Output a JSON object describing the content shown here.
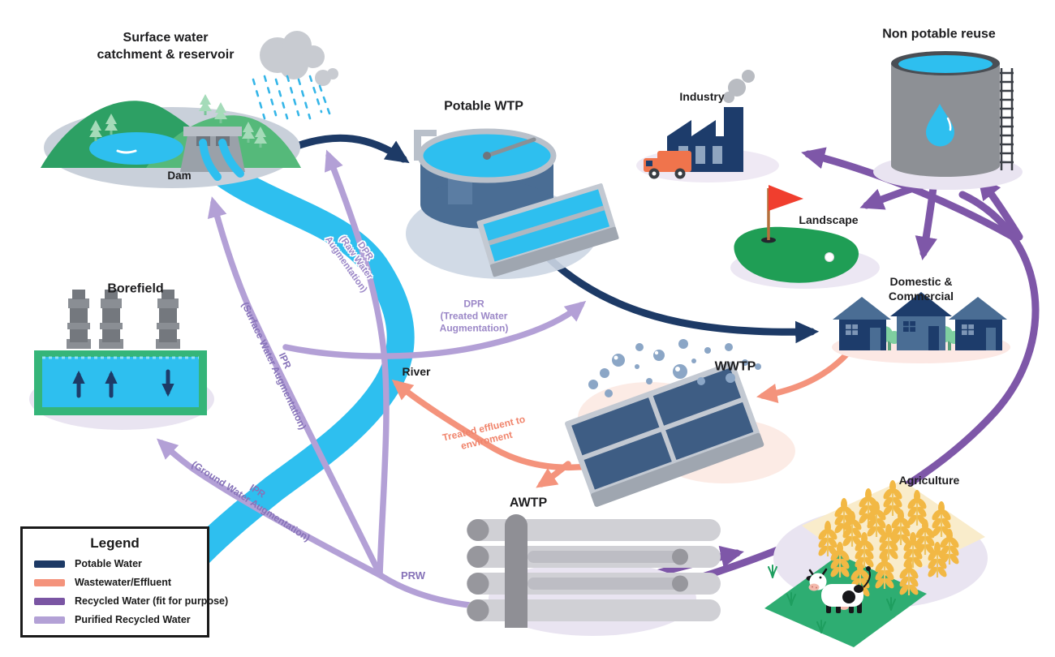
{
  "nodes": {
    "surface_water": {
      "line1": "Surface water",
      "line2": "catchment & reservoir"
    },
    "dam": {
      "label": "Dam"
    },
    "potable_wtp": {
      "label": "Potable WTP"
    },
    "non_potable_reuse": {
      "label": "Non potable reuse"
    },
    "industry": {
      "label": "Industry"
    },
    "landscape": {
      "label": "Landscape"
    },
    "domestic_commercial": {
      "line1": "Domestic &",
      "line2": "Commercial"
    },
    "borefield": {
      "label": "Borefield"
    },
    "river": {
      "label": "River"
    },
    "wwtp": {
      "label": "WWTP"
    },
    "awtp": {
      "label": "AWTP"
    },
    "agriculture": {
      "label": "Agriculture"
    }
  },
  "flows": {
    "dpr_raw": {
      "line1": "DPR",
      "line2": "(Raw Water",
      "line3": "Augmentation)"
    },
    "dpr_treated": {
      "line1": "DPR",
      "line2": "(Treated Water",
      "line3": "Augmentation)"
    },
    "ipr_surface": {
      "line1": "IPR",
      "line2": "(Surface Water Augmentation)"
    },
    "ipr_ground": {
      "line1": "IPR",
      "line2": "(Ground Water Augmentation)"
    },
    "treated_effluent": {
      "line1": "Treated effluent to",
      "line2": "enviroment"
    },
    "prw": {
      "label": "PRW"
    }
  },
  "legend": {
    "title": "Legend",
    "items": [
      {
        "label": "Potable Water",
        "color": "#1d3a66"
      },
      {
        "label": "Wastewater/Effluent",
        "color": "#f4937c"
      },
      {
        "label": "Recycled Water (fit for purpose)",
        "color": "#7a55a3"
      },
      {
        "label": "Purified Recycled Water",
        "color": "#b3a1d6"
      }
    ]
  },
  "flow_colors": {
    "potable": "#1d3a66",
    "wastewater": "#f4937c",
    "recycled": "#7e57a8",
    "purified": "#b3a0d6",
    "river": "#2ebfef"
  }
}
